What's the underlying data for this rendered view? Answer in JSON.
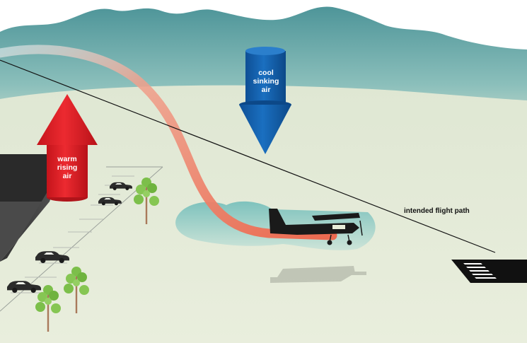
{
  "labels": {
    "warm_line1": "warm",
    "warm_line2": "rising",
    "warm_line3": "air",
    "cool_line1": "cool",
    "cool_line2": "sinking",
    "cool_line3": "air",
    "flight_path": "intended flight path"
  },
  "colors": {
    "warm_air": "#e8232a",
    "cool_air": "#1565b4",
    "ground": "#e7ecd8",
    "mountains": "#5a9ea2",
    "pond": "#8fc9c2",
    "actual_path": "#ee7b63"
  },
  "icons": [
    "airplane-icon",
    "car-icon",
    "tree-icon",
    "runway-threshold-icon",
    "building-icon"
  ]
}
